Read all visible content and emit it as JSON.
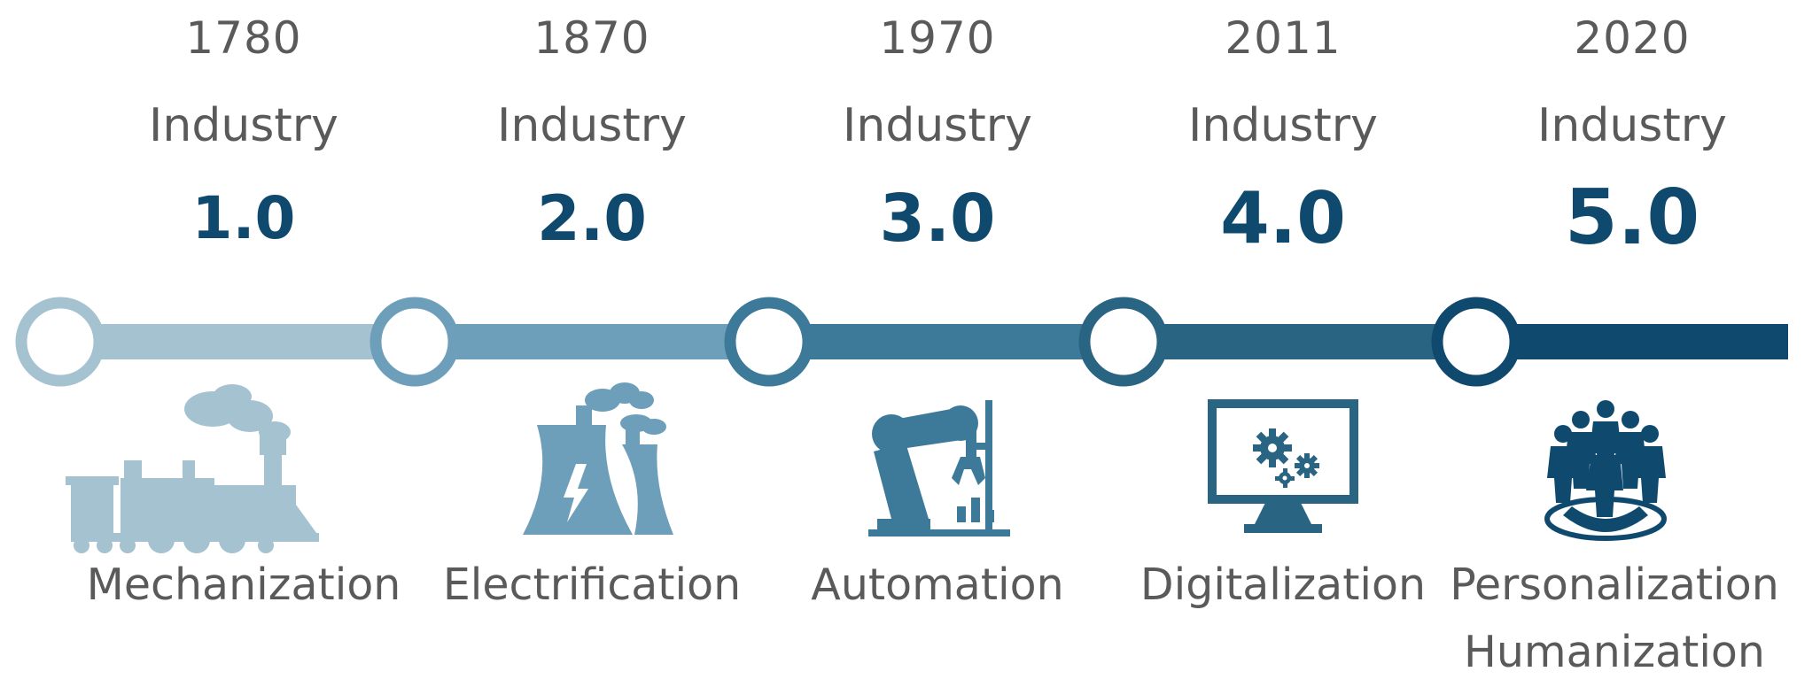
{
  "stages": [
    {
      "year": "1780",
      "industry": "Industry",
      "version": "1.0",
      "label": "Mechanization",
      "label2": "",
      "icon": "steam-locomotive-icon",
      "color": "#a4c2d0"
    },
    {
      "year": "1870",
      "industry": "Industry",
      "version": "2.0",
      "label": "Electrification",
      "label2": "",
      "icon": "power-plant-icon",
      "color": "#6d9fbb"
    },
    {
      "year": "1970",
      "industry": "Industry",
      "version": "3.0",
      "label": "Automation",
      "label2": "",
      "icon": "robot-arm-icon",
      "color": "#3d7a9a"
    },
    {
      "year": "2011",
      "industry": "Industry",
      "version": "4.0",
      "label": "Digitalization",
      "label2": "",
      "icon": "computer-gears-icon",
      "color": "#2a6483"
    },
    {
      "year": "2020",
      "industry": "Industry",
      "version": "5.0",
      "label": "Personalization",
      "label2": "Humanization",
      "icon": "people-group-icon",
      "color": "#0f4a6e"
    }
  ]
}
